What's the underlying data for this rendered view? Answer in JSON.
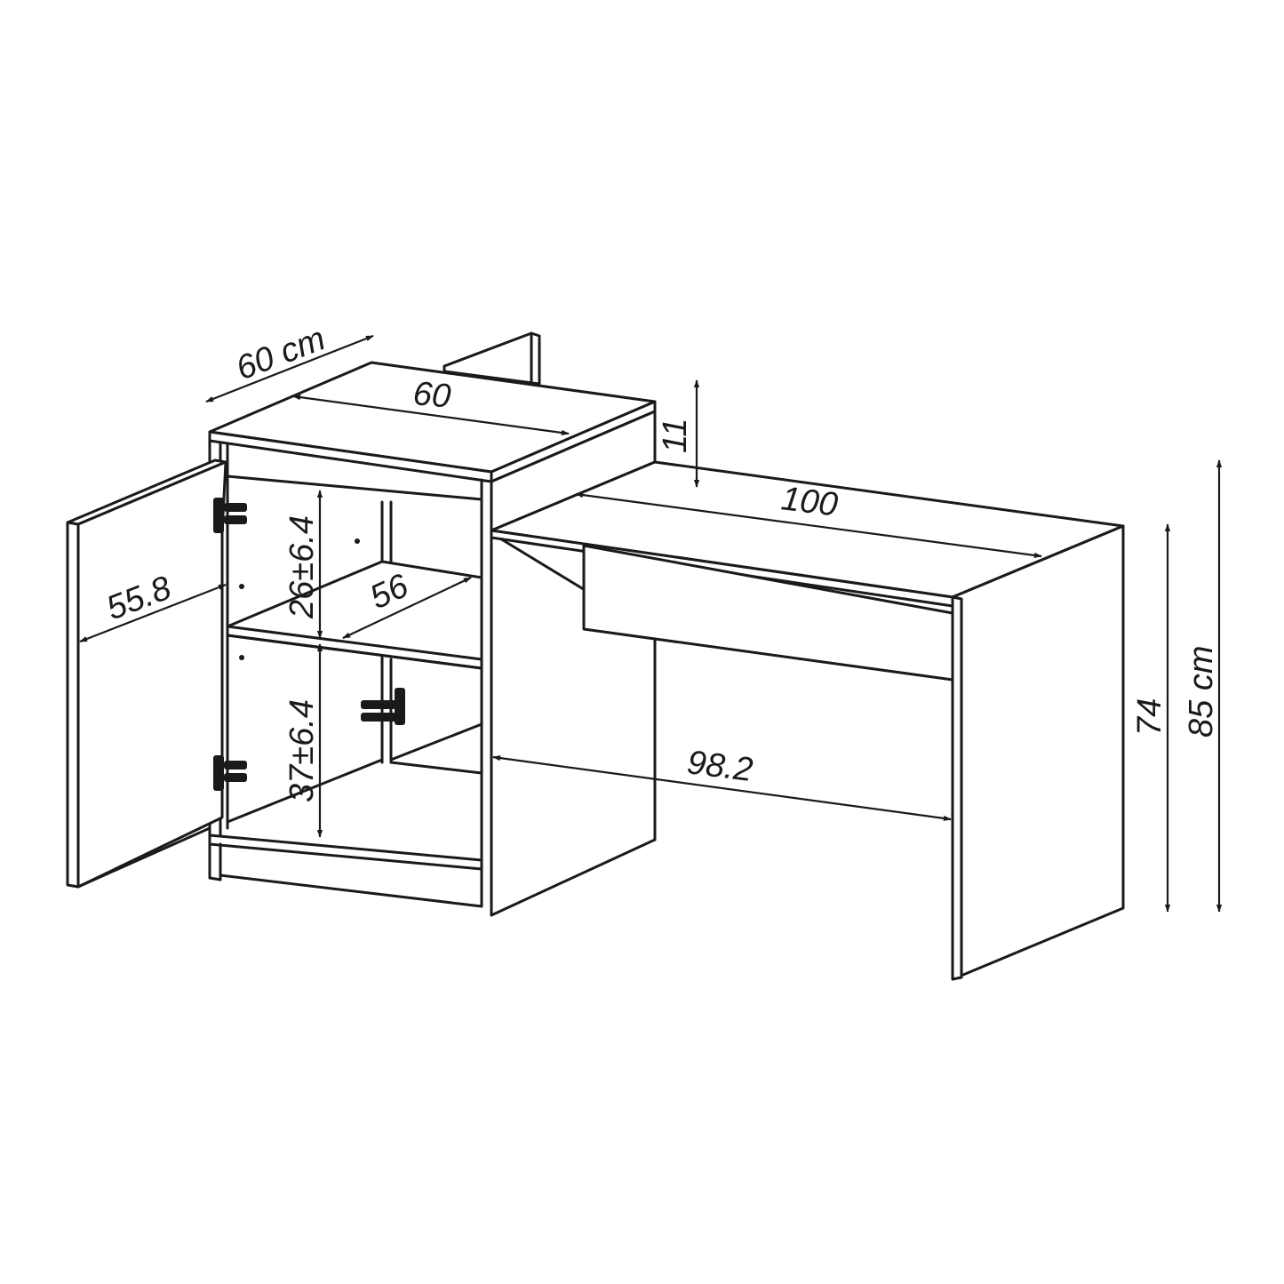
{
  "colors": {
    "line": "#1a1a1a",
    "background": "#ffffff"
  },
  "dimensions": {
    "cabinet_depth": "60 cm",
    "cabinet_width": "60",
    "top_step": "11",
    "desk_length": "100",
    "door_width": "55.8",
    "upper_shelf_height": "26±6.4",
    "shelf_depth": "56",
    "lower_shelf_height": "37±6.4",
    "desk_leg_clearance": "98.2",
    "desk_height": "74",
    "total_height": "85 cm"
  }
}
